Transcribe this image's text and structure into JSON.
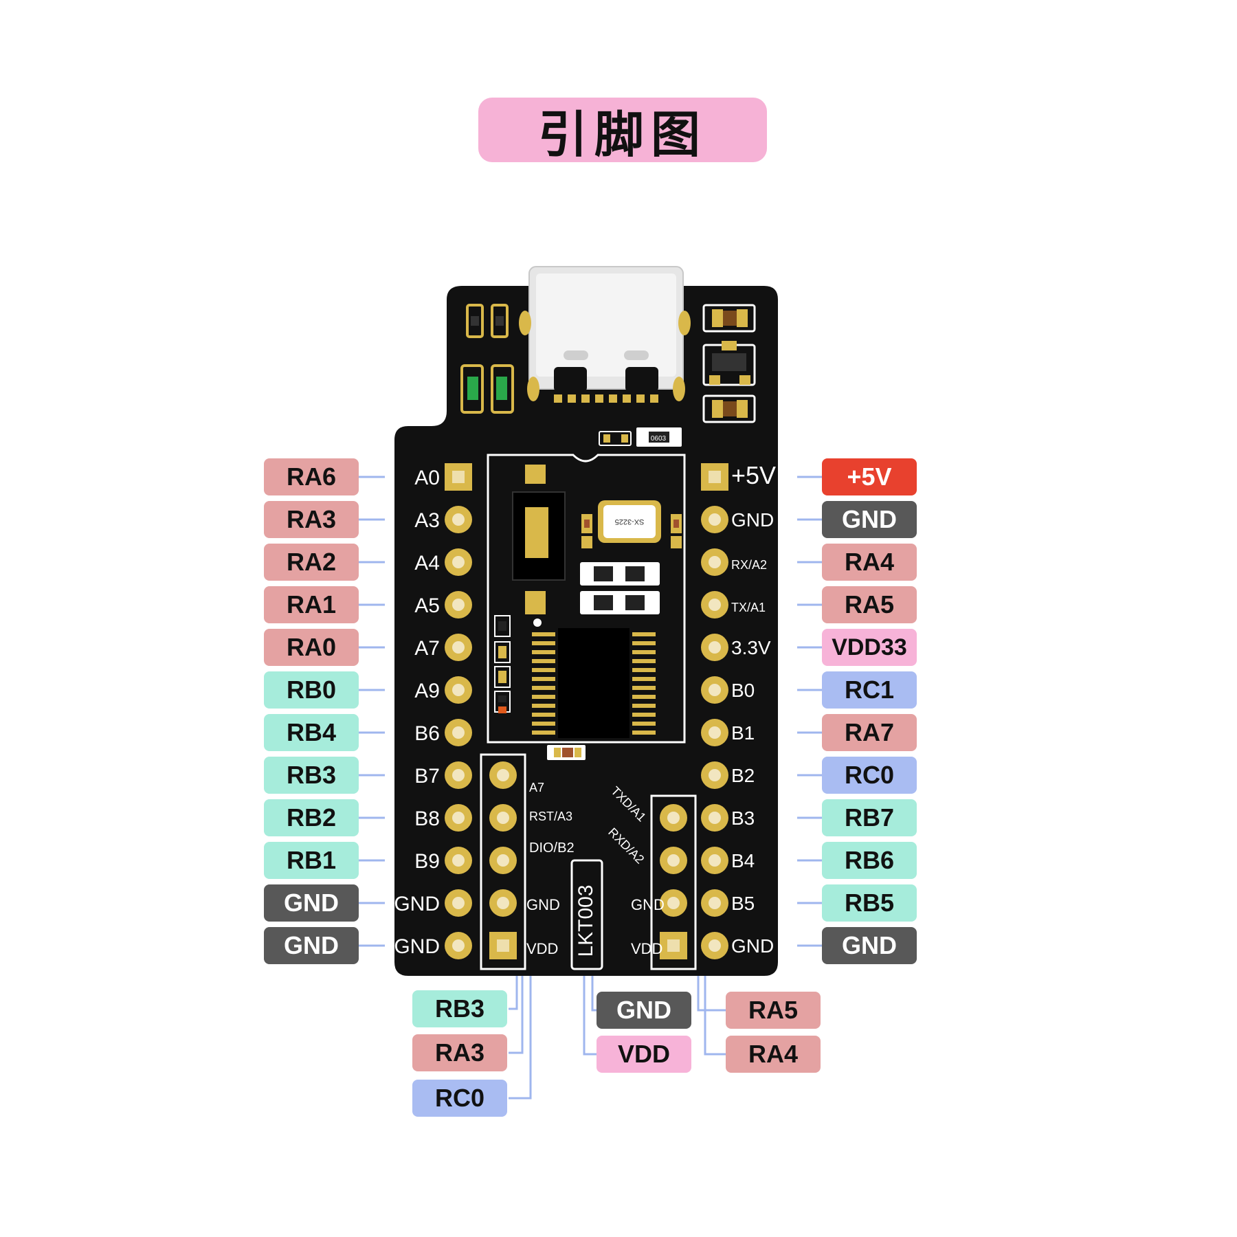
{
  "title": "引脚图",
  "colors": {
    "pa": "#e4a2a2",
    "pb": "#a6ecdb",
    "pc": "#a9bcf2",
    "gnd": "#585858",
    "v5": "#e8412e",
    "vdd": "#f7b3d8",
    "board": "#111111",
    "pad": "#d9b84a",
    "wire": "#9fb6ee"
  },
  "board": {
    "left_pins": [
      "A0",
      "A3",
      "A4",
      "A5",
      "A7",
      "A9",
      "B6",
      "B7",
      "B8",
      "B9",
      "GND",
      "GND"
    ],
    "right_pins": [
      "+5V",
      "GND",
      "RX/A2",
      "TX/A1",
      "3.3V",
      "B0",
      "B1",
      "B2",
      "B3",
      "B4",
      "B5",
      "GND"
    ],
    "inner_left": [
      "A7",
      "RST/A3",
      "DIO/B2"
    ],
    "inner_mid": [
      "GND",
      "VDD",
      "GND",
      "VDD"
    ],
    "inner_right": [
      "TXD/A1",
      "RXD/A2"
    ],
    "chip_text": "LKT003",
    "crystal_text": "SX-3225",
    "resistor_code": "0603"
  },
  "left_labels": [
    {
      "text": "RA6",
      "group": "pa"
    },
    {
      "text": "RA3",
      "group": "pa"
    },
    {
      "text": "RA2",
      "group": "pa"
    },
    {
      "text": "RA1",
      "group": "pa"
    },
    {
      "text": "RA0",
      "group": "pa"
    },
    {
      "text": "RB0",
      "group": "pb"
    },
    {
      "text": "RB4",
      "group": "pb"
    },
    {
      "text": "RB3",
      "group": "pb"
    },
    {
      "text": "RB2",
      "group": "pb"
    },
    {
      "text": "RB1",
      "group": "pb"
    },
    {
      "text": "GND",
      "group": "gnd"
    },
    {
      "text": "GND",
      "group": "gnd"
    }
  ],
  "right_labels": [
    {
      "text": "+5V",
      "group": "v5"
    },
    {
      "text": "GND",
      "group": "gnd"
    },
    {
      "text": "RA4",
      "group": "pa"
    },
    {
      "text": "RA5",
      "group": "pa"
    },
    {
      "text": "VDD33",
      "group": "vdd"
    },
    {
      "text": "RC1",
      "group": "pc"
    },
    {
      "text": "RA7",
      "group": "pa"
    },
    {
      "text": "RC0",
      "group": "pc"
    },
    {
      "text": "RB7",
      "group": "pb"
    },
    {
      "text": "RB6",
      "group": "pb"
    },
    {
      "text": "RB5",
      "group": "pb"
    },
    {
      "text": "GND",
      "group": "gnd"
    }
  ],
  "bottom_labels": {
    "swd": [
      {
        "text": "RB3",
        "group": "pb"
      },
      {
        "text": "RA3",
        "group": "pa"
      },
      {
        "text": "RC0",
        "group": "pc"
      }
    ],
    "power": [
      {
        "text": "GND",
        "group": "gnd"
      },
      {
        "text": "VDD",
        "group": "vdd"
      }
    ],
    "uart": [
      {
        "text": "RA5",
        "group": "pa"
      },
      {
        "text": "RA4",
        "group": "pa"
      }
    ]
  }
}
